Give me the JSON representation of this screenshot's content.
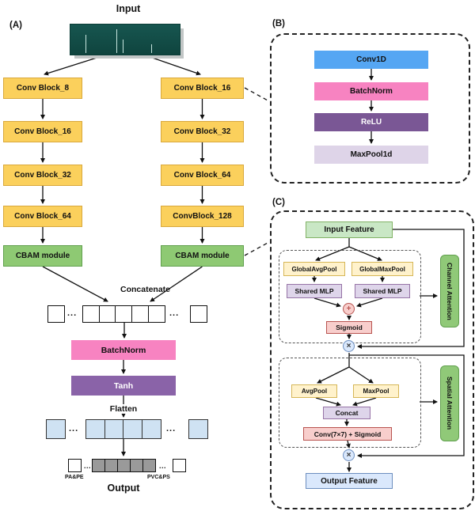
{
  "panel_a": {
    "label": "(A)",
    "input_title": "Input",
    "left_column": [
      "Conv Block_8",
      "Conv Block_16",
      "Conv Block_32",
      "Conv Block_64"
    ],
    "left_cbam": "CBAM module",
    "right_column": [
      "Conv Block_16",
      "Conv Block_32",
      "Conv Block_64",
      "ConvBlock_128"
    ],
    "right_cbam": "CBAM module",
    "concatenate": "Concatenate",
    "batchnorm": "BatchNorm",
    "tanh": "Tanh",
    "flatten": "Flatten",
    "class_left": "PA&PE",
    "class_right": "PVC&PS",
    "output_title": "Output",
    "ellipsis": "..."
  },
  "panel_b": {
    "label": "(B)",
    "layers": [
      {
        "name": "Conv1D",
        "color": "#55a6f3"
      },
      {
        "name": "BatchNorm",
        "color": "#f783c1"
      },
      {
        "name": "ReLU",
        "color": "#7a5795"
      },
      {
        "name": "MaxPool1d",
        "color": "#ded4e8"
      }
    ]
  },
  "panel_c": {
    "label": "(C)",
    "input_feature": "Input Feature",
    "global_avg_pool": "GlobalAvgPool",
    "global_max_pool": "GlobalMaxPool",
    "shared_mlp": "Shared MLP",
    "sigmoid": "Sigmoid",
    "channel_attention": "Channel Attention",
    "avg_pool": "AvgPool",
    "max_pool": "MaxPool",
    "concat": "Concat",
    "conv_sigmoid": "Conv(7×7) + Sigmoid",
    "spatial_attention": "Spatial Attention",
    "output_feature": "Output Feature",
    "plus_symbol": "+",
    "multiply_symbol": "×"
  },
  "palette": {
    "conv_block_yellow": "#fbd05c",
    "cbam_green": "#8ec973",
    "batchnorm_pink": "#f783c1",
    "tanh_purple": "#8a63a8",
    "conv1d_blue": "#55a6f3",
    "relu_purple": "#7a5795",
    "maxpool_lavender": "#ded4e8",
    "attention_label_green": "#90c978",
    "small_yellow": "#fff2cc",
    "small_lavender": "#ded5ea",
    "small_pink": "#f8cecc",
    "input_feature_green": "#c9e7c5",
    "output_feature_blue": "#dae8fc",
    "feature_cell_blue": "#cfe2f3",
    "feature_cell_gray": "#9a9a9a",
    "input_image_teal": "#14524a"
  }
}
